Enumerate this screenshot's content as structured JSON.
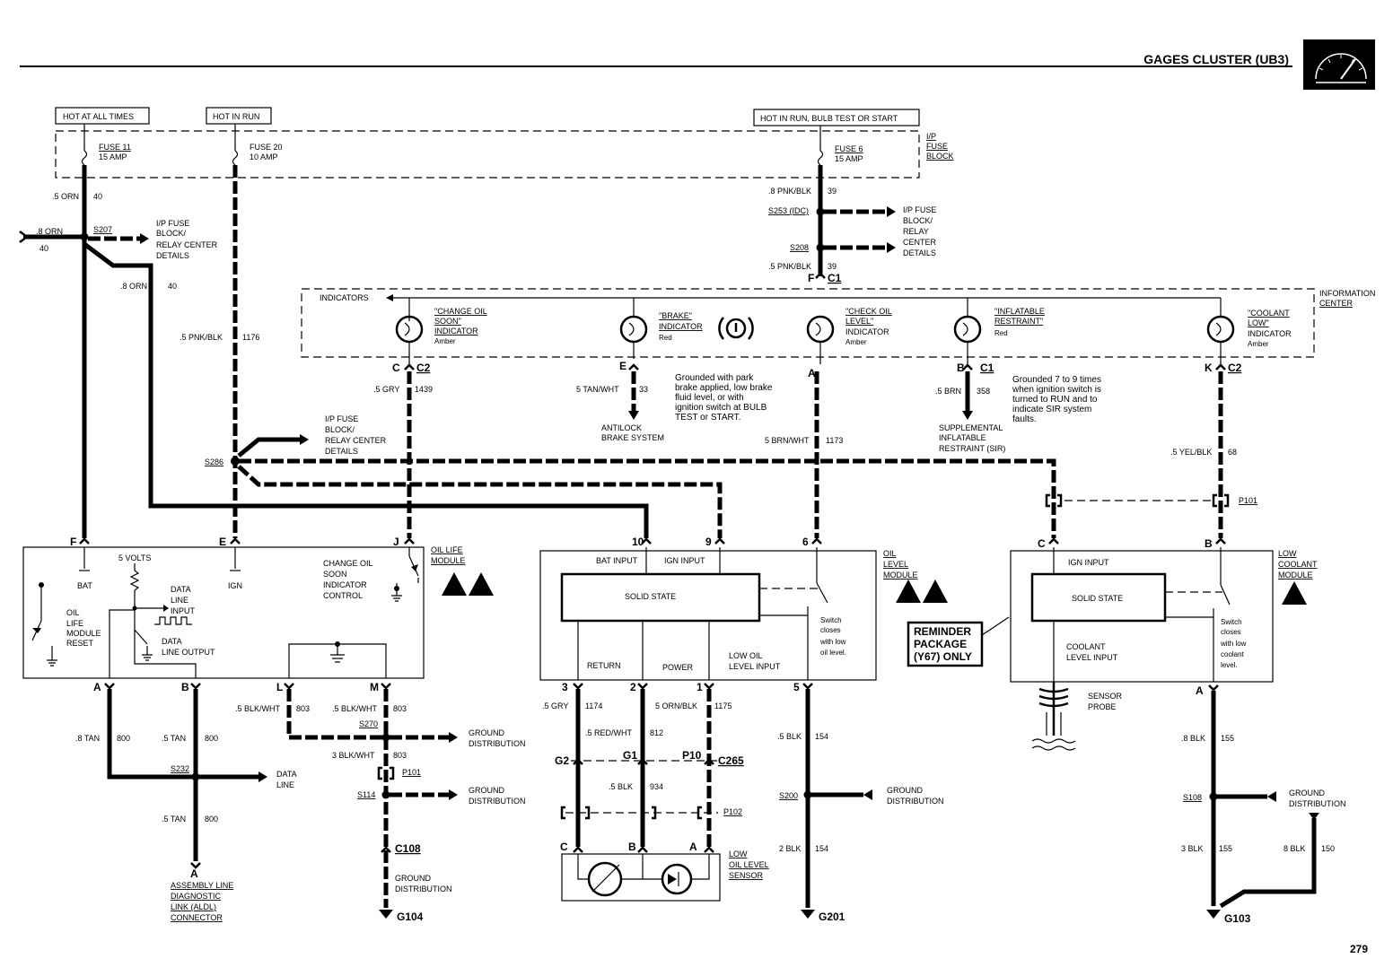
{
  "header": {
    "title": "GAGES CLUSTER (UB3)",
    "page_number": "279"
  },
  "power": {
    "hot_all_times": "HOT AT ALL TIMES",
    "hot_in_run": "HOT IN RUN",
    "hot_in_run_bulb": "HOT IN RUN, BULB TEST OR START",
    "fuse11": [
      "FUSE 11",
      "15 AMP"
    ],
    "fuse20": [
      "FUSE 20",
      "10 AMP"
    ],
    "fuse6": [
      "FUSE 6",
      "15 AMP"
    ],
    "ip_fuse_block": [
      "I/P",
      "FUSE",
      "BLOCK"
    ]
  },
  "wires": {
    "w1": [
      ".5 ORN",
      "40"
    ],
    "w2": [
      ".8 ORN",
      "40"
    ],
    "w3": [
      ".8 ORN",
      "40"
    ],
    "w4": [
      ".5 PNK/BLK",
      "1176"
    ],
    "w5": [
      ".8 PNK/BLK",
      "39"
    ],
    "w6": [
      ".5 PNK/BLK",
      "39"
    ],
    "w7": [
      ".5 GRY",
      "1439"
    ],
    "w8": [
      "5 TAN/WHT",
      "33"
    ],
    "w9": [
      "5 BRN/WHT",
      "1173"
    ],
    "w10": [
      ".5 BRN",
      "358"
    ],
    "w11": [
      ".5 YEL/BLK",
      "68"
    ],
    "w12": [
      ".8 TAN",
      "800"
    ],
    "w13": [
      ".5 TAN",
      "800"
    ],
    "w14": [
      ".5 TAN",
      "800"
    ],
    "w15": [
      ".5 BLK/WHT",
      "803"
    ],
    "w16": [
      ".5 BLK/WHT",
      "803"
    ],
    "w17": [
      "3 BLK/WHT",
      "803"
    ],
    "w18": [
      ".5 GRY",
      "1174"
    ],
    "w19": [
      ".5 RED/WHT",
      "812"
    ],
    "w20": [
      "5 ORN/BLK",
      "1175"
    ],
    "w21": [
      ".5 BLK",
      "934"
    ],
    "w22": [
      ".5 BLK",
      "154"
    ],
    "w23": [
      "2 BLK",
      "154"
    ],
    "w24": [
      ".8 BLK",
      "155"
    ],
    "w25": [
      "3 BLK",
      "155"
    ],
    "w26": [
      "8 BLK",
      "150"
    ]
  },
  "splices": {
    "s207": "S207",
    "s253": "S253 (IDC)",
    "s208": "S208",
    "s286": "S286",
    "s270": "S270",
    "s232": "S232",
    "s114": "S114",
    "s200": "S200",
    "s108": "S108"
  },
  "connectors": {
    "fc1": [
      "F",
      "C1"
    ],
    "cc2": [
      "C",
      "C2"
    ],
    "e": "E",
    "a": "A",
    "bc1": [
      "B",
      "C1"
    ],
    "kc2": [
      "K",
      "C2"
    ],
    "p101a": "P101",
    "p101b": "P101",
    "p102": "P102",
    "c108": "C108",
    "g2": "G2",
    "g1": "G1",
    "p10": "P10",
    "c265": "C265"
  },
  "grounds": {
    "g104": "G104",
    "g201": "G201",
    "g103": "G103"
  },
  "refs": {
    "relay_details1": [
      "I/P FUSE",
      "BLOCK/",
      "RELAY CENTER",
      "DETAILS"
    ],
    "relay_details2": [
      "I/P FUSE",
      "BLOCK/",
      "RELAY",
      "CENTER",
      "DETAILS"
    ],
    "relay_details3": [
      "I/P FUSE",
      "BLOCK/",
      "RELAY CENTER",
      "DETAILS"
    ],
    "ground_dist": [
      "GROUND",
      "DISTRIBUTION"
    ],
    "data_line": [
      "DATA",
      "LINE"
    ],
    "antilock": [
      "ANTILOCK",
      "BRAKE SYSTEM"
    ],
    "sir": [
      "SUPPLEMENTAL",
      "INFLATABLE",
      "RESTRAINT (SIR)"
    ],
    "aldl": [
      "ASSEMBLY LINE",
      "DIAGNOSTIC",
      "LINK (ALDL)",
      "CONNECTOR"
    ]
  },
  "info_center": {
    "label": [
      "INFORMATION",
      "CENTER"
    ],
    "indicators_label": "INDICATORS",
    "change_oil": [
      "\"CHANGE OIL",
      "SOON\"",
      "INDICATOR",
      "Amber"
    ],
    "brake": [
      "\"BRAKE\"",
      "INDICATOR",
      "Red"
    ],
    "check_oil": [
      "\"CHECK OIL",
      "LEVEL\"",
      "INDICATOR",
      "Amber"
    ],
    "inflatable": [
      "\"INFLATABLE",
      "RESTRAINT\"",
      "Red"
    ],
    "coolant": [
      "\"COOLANT",
      "LOW\"",
      "INDICATOR",
      "Amber"
    ],
    "brake_note": [
      "Grounded with park",
      "brake applied, low brake",
      "fluid level, or with",
      "ignition switch at BULB",
      "TEST or START."
    ],
    "sir_note": [
      "Grounded 7 to 9 times",
      "when ignition switch is",
      "turned to RUN and to",
      "indicate SIR system",
      "faults."
    ]
  },
  "oil_life": {
    "title": [
      "OIL LIFE",
      "MODULE"
    ],
    "pins": [
      "F",
      "E",
      "J",
      "A",
      "B",
      "L",
      "M"
    ],
    "bat": "BAT",
    "ign": "IGN",
    "five_volts": "5 VOLTS",
    "data_line_input": [
      "DATA",
      "LINE",
      "INPUT"
    ],
    "data_line_output": [
      "DATA",
      "LINE OUTPUT"
    ],
    "reset": [
      "OIL",
      "LIFE",
      "MODULE",
      "RESET"
    ],
    "control": [
      "CHANGE OIL",
      "SOON",
      "INDICATOR",
      "CONTROL"
    ]
  },
  "oil_level": {
    "title": [
      "OIL",
      "LEVEL",
      "MODULE"
    ],
    "pins": [
      "10",
      "9",
      "6",
      "3",
      "2",
      "1",
      "5"
    ],
    "bat_input": "BAT INPUT",
    "ign_input": "IGN INPUT",
    "solid_state": "SOLID STATE",
    "return": "RETURN",
    "power": "POWER",
    "low_oil": [
      "LOW OIL",
      "LEVEL INPUT"
    ],
    "switch_note": [
      "Switch",
      "closes",
      "with low",
      "oil level."
    ],
    "sensor": [
      "LOW",
      "OIL LEVEL",
      "SENSOR"
    ],
    "sensor_pins": [
      "C",
      "B",
      "A"
    ]
  },
  "reminder": [
    "REMINDER",
    "PACKAGE",
    "(Y67) ONLY"
  ],
  "coolant": {
    "title": [
      "LOW",
      "COOLANT",
      "MODULE"
    ],
    "pins": [
      "C",
      "B",
      "A"
    ],
    "ign_input": "IGN INPUT",
    "solid_state": "SOLID STATE",
    "level_input": [
      "COOLANT",
      "LEVEL INPUT"
    ],
    "switch_note": [
      "Switch",
      "closes",
      "with low",
      "coolant",
      "level."
    ],
    "sensor": [
      "SENSOR",
      "PROBE"
    ]
  }
}
